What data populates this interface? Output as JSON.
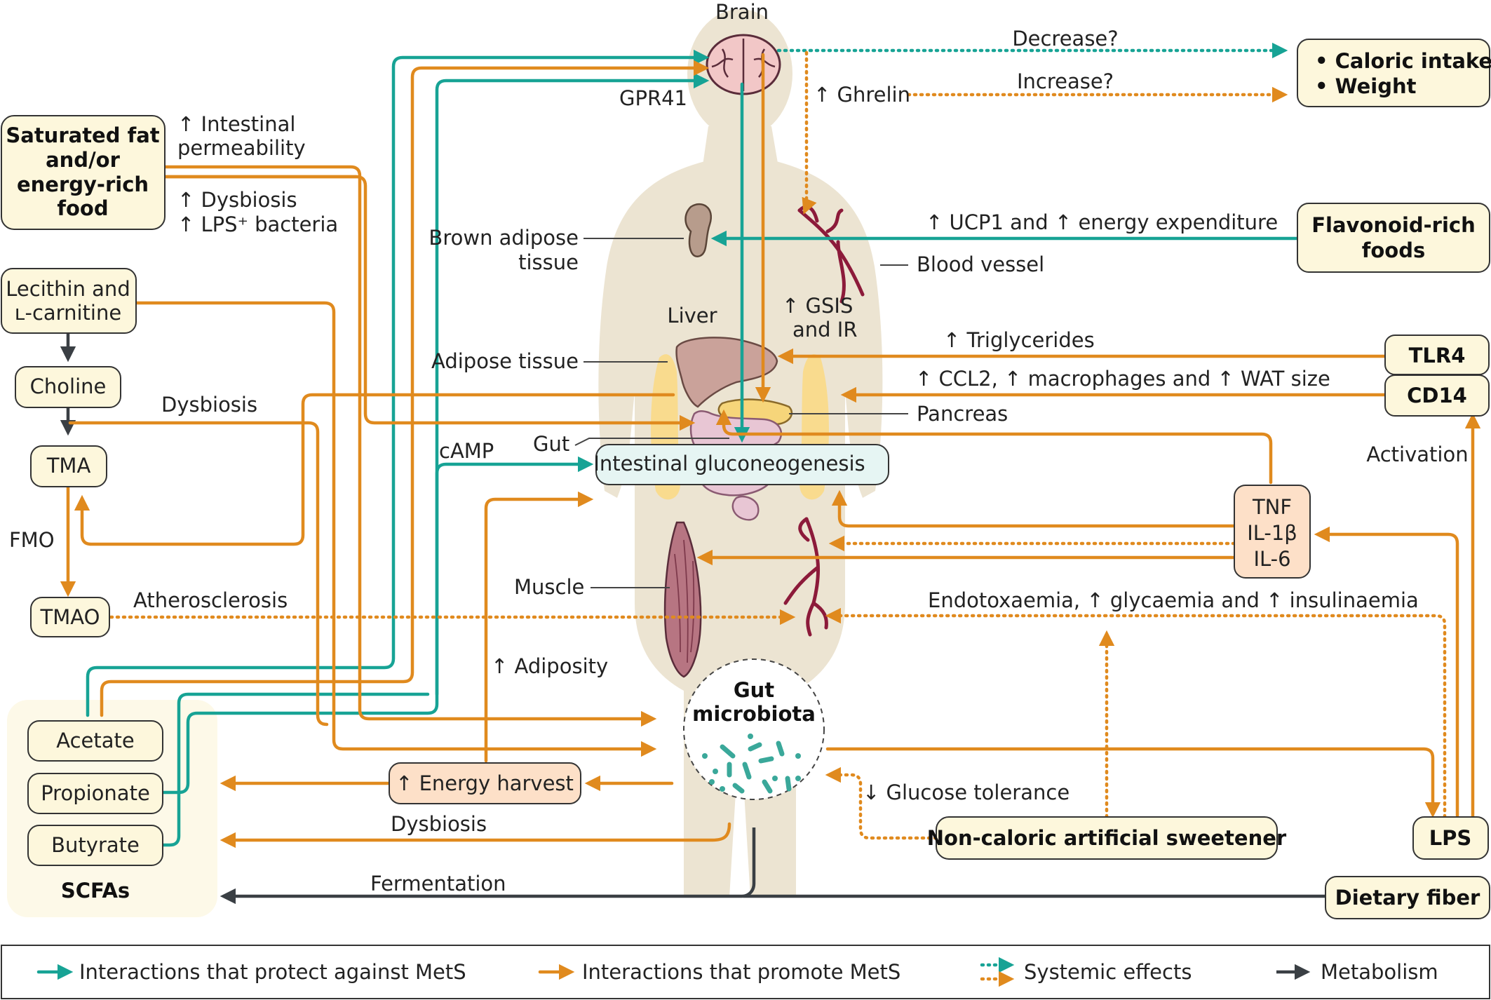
{
  "labels": {
    "brain": "Brain",
    "decrease": "Decrease?",
    "increase": "Increase?",
    "ghrelin": "↑ Ghrelin",
    "gpr41": "GPR41",
    "intestinal_perm_1": "↑ Intestinal",
    "intestinal_perm_2": "permeability",
    "dysbiosis_up": "↑ Dysbiosis",
    "lps_bacteria": "↑ LPS⁺ bacteria",
    "brown_adipose_1": "Brown adipose",
    "brown_adipose_2": "tissue",
    "blood_vessel": "Blood vessel",
    "ucp1": "↑ UCP1 and ↑ energy expenditure",
    "liver": "Liver",
    "gsis_1": "↑ GSIS",
    "gsis_2": "and IR",
    "triglycerides": "↑ Triglycerides",
    "adipose_tissue": "Adipose tissue",
    "ccl2": "↑ CCL2, ↑ macrophages and ↑ WAT size",
    "pancreas": "Pancreas",
    "dysbiosis_left": "Dysbiosis",
    "camp": "cAMP",
    "gut": "Gut",
    "activation": "Activation",
    "fmo": "FMO",
    "muscle": "Muscle",
    "atherosclerosis": "Atherosclerosis",
    "endotoxaemia": "Endotoxaemia, ↑ glycaemia and ↑ insulinaemia",
    "adiposity": "↑ Adiposity",
    "glucose_tolerance": "↓ Glucose tolerance",
    "dysbiosis_bottom": "Dysbiosis",
    "fermentation": "Fermentation"
  },
  "boxes": {
    "caloric_intake": "• Caloric intake",
    "weight": "• Weight",
    "sat_fat_1": "Saturated fat",
    "sat_fat_2": "and/or",
    "sat_fat_3": "energy-rich",
    "sat_fat_4": "food",
    "lecithin_1": "Lecithin and",
    "lecithin_2": "ʟ-carnitine",
    "choline": "Choline",
    "tma": "TMA",
    "tmao": "TMAO",
    "flavonoid_1": "Flavonoid-rich",
    "flavonoid_2": "foods",
    "tlr4": "TLR4",
    "cd14": "CD14",
    "intestinal_gluconeogenesis": "Intestinal gluconeogenesis",
    "tnf": "TNF",
    "il1b": "IL-1β",
    "il6": "IL-6",
    "gut_microbiota_1": "Gut",
    "gut_microbiota_2": "microbiota",
    "acetate": "Acetate",
    "propionate": "Propionate",
    "butyrate": "Butyrate",
    "scfas": "SCFAs",
    "energy_harvest": "↑ Energy harvest",
    "sweetener": "Non-caloric artificial sweetener",
    "lps": "LPS",
    "dietary_fiber": "Dietary fiber"
  },
  "legend": {
    "protect": "Interactions that protect against MetS",
    "promote": "Interactions that promote MetS",
    "systemic": "Systemic effects",
    "metabolism": "Metabolism"
  },
  "colors": {
    "protect": "#17a395",
    "promote": "#e08a1e",
    "metabolism": "#3a3f44",
    "box_fill": "#fdf7dc",
    "body": "#ece4d2"
  }
}
